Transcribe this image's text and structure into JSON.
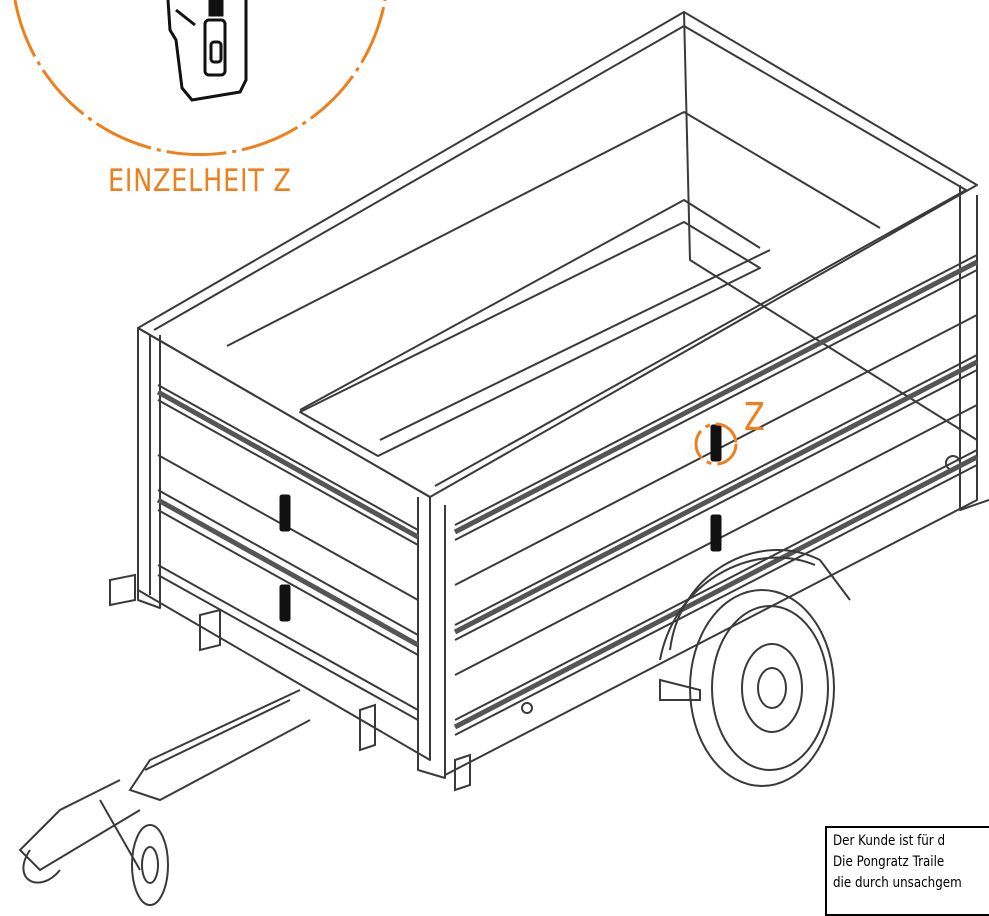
{
  "labels": {
    "detail": "EINZELHEIT Z",
    "zone": "Z"
  },
  "note": {
    "lines": [
      "Der Kunde ist für d",
      "Die Pongratz Traile",
      "die durch unsachgem"
    ]
  },
  "colors": {
    "accent": "#ee7f1a",
    "line": "#3a3a3a",
    "latch": "#111111"
  }
}
